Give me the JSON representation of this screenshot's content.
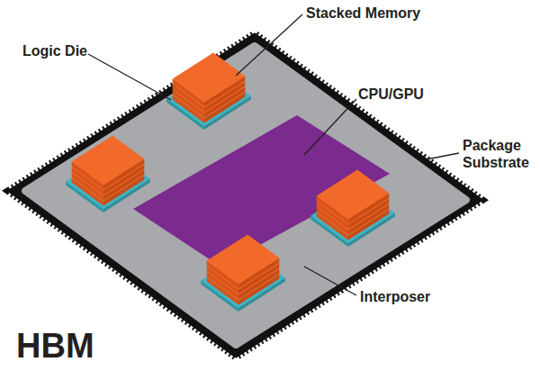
{
  "diagram": {
    "title": "HBM",
    "labels": [
      "Stacked Memory",
      "Logic Die",
      "CPU/GPU",
      "Package Substrate",
      "Interposer"
    ]
  }
}
